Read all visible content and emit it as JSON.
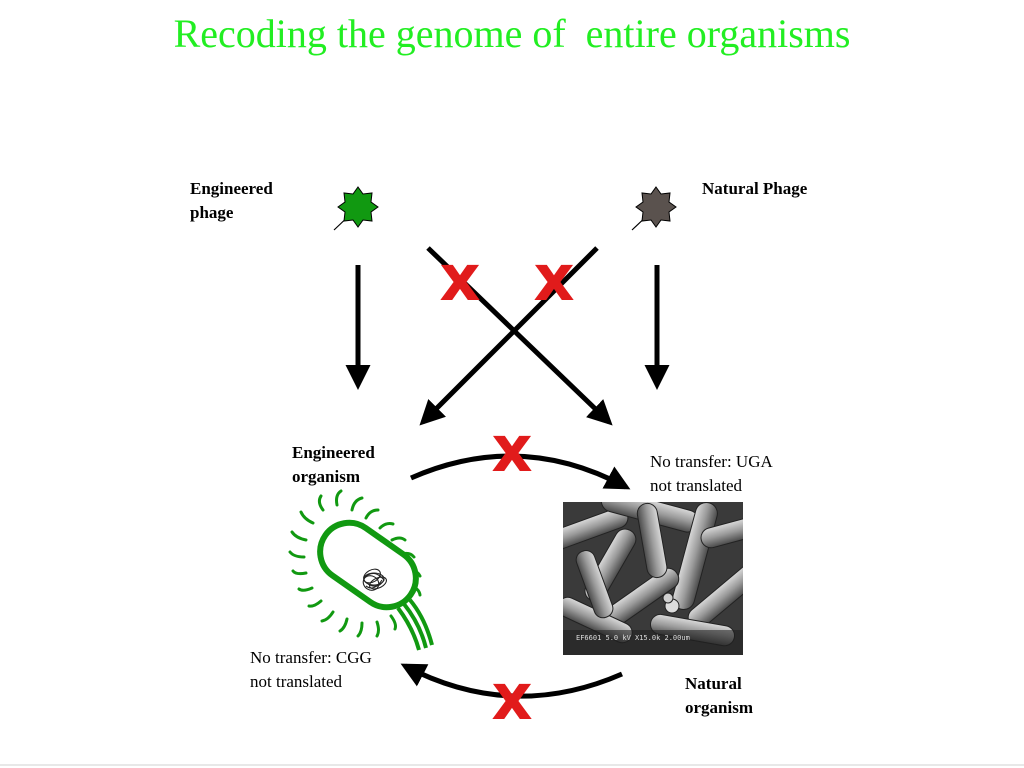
{
  "slide": {
    "title": "Recoding the genome of  entire organisms"
  },
  "labels": {
    "engineered_phage": "Engineered\nphage",
    "natural_phage": "Natural Phage",
    "engineered_organism": "Engineered\norganism",
    "natural_organism": "Natural\norganism",
    "no_transfer_uga": "No transfer: UGA\nnot translated",
    "no_transfer_cgg": "No transfer: CGG\nnot translated"
  },
  "blocked_marks": {
    "symbol": "x",
    "color": "#e11b1b"
  },
  "micrograph": {
    "scale_text": "EF6601 5.0 kV X15.0k 2.00um"
  },
  "colors": {
    "title": "#22ee22",
    "engineered": "#119911",
    "natural_phage": "#5a524e",
    "arrows": "#000000"
  },
  "icons": {
    "engineered_phage": "star-phage-icon",
    "natural_phage": "star-phage-icon",
    "engineered_organism": "bacterium-icon",
    "natural_organism": "micrograph-image"
  }
}
